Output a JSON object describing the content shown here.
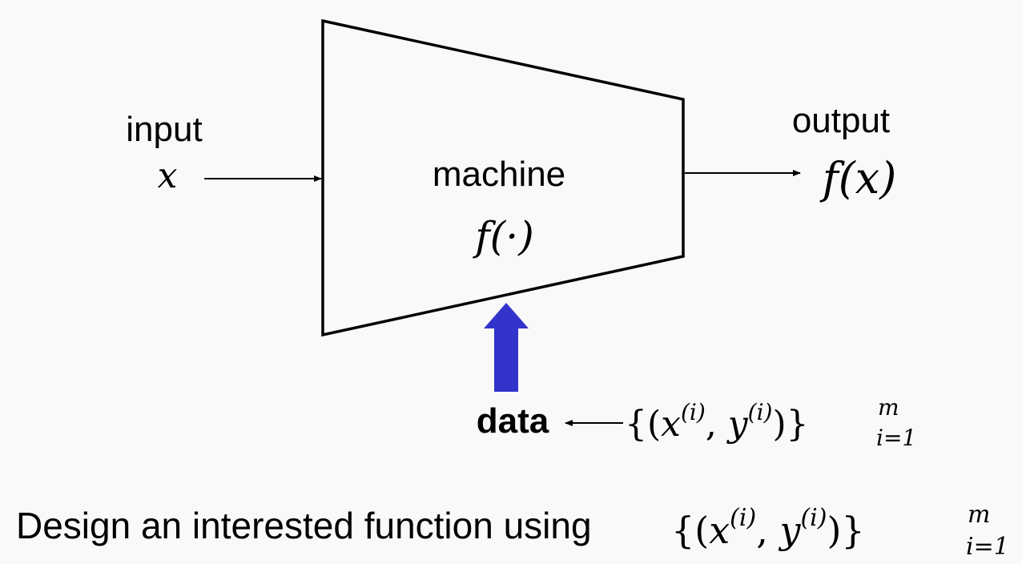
{
  "diagram": {
    "input": {
      "label": "input",
      "symbol": "x"
    },
    "machine": {
      "label": "machine",
      "symbol": "f(·)"
    },
    "output": {
      "label": "output",
      "symbol": "f(x)"
    },
    "data": {
      "label": "data",
      "set": {
        "open": "{(",
        "x": "x",
        "sep": ", ",
        "y": "y",
        "sup": "(i)",
        "close": ")}",
        "upper": "m",
        "lower": "i=1"
      }
    },
    "caption": "Design an interested function using",
    "arrow_color": "#3333cc"
  }
}
